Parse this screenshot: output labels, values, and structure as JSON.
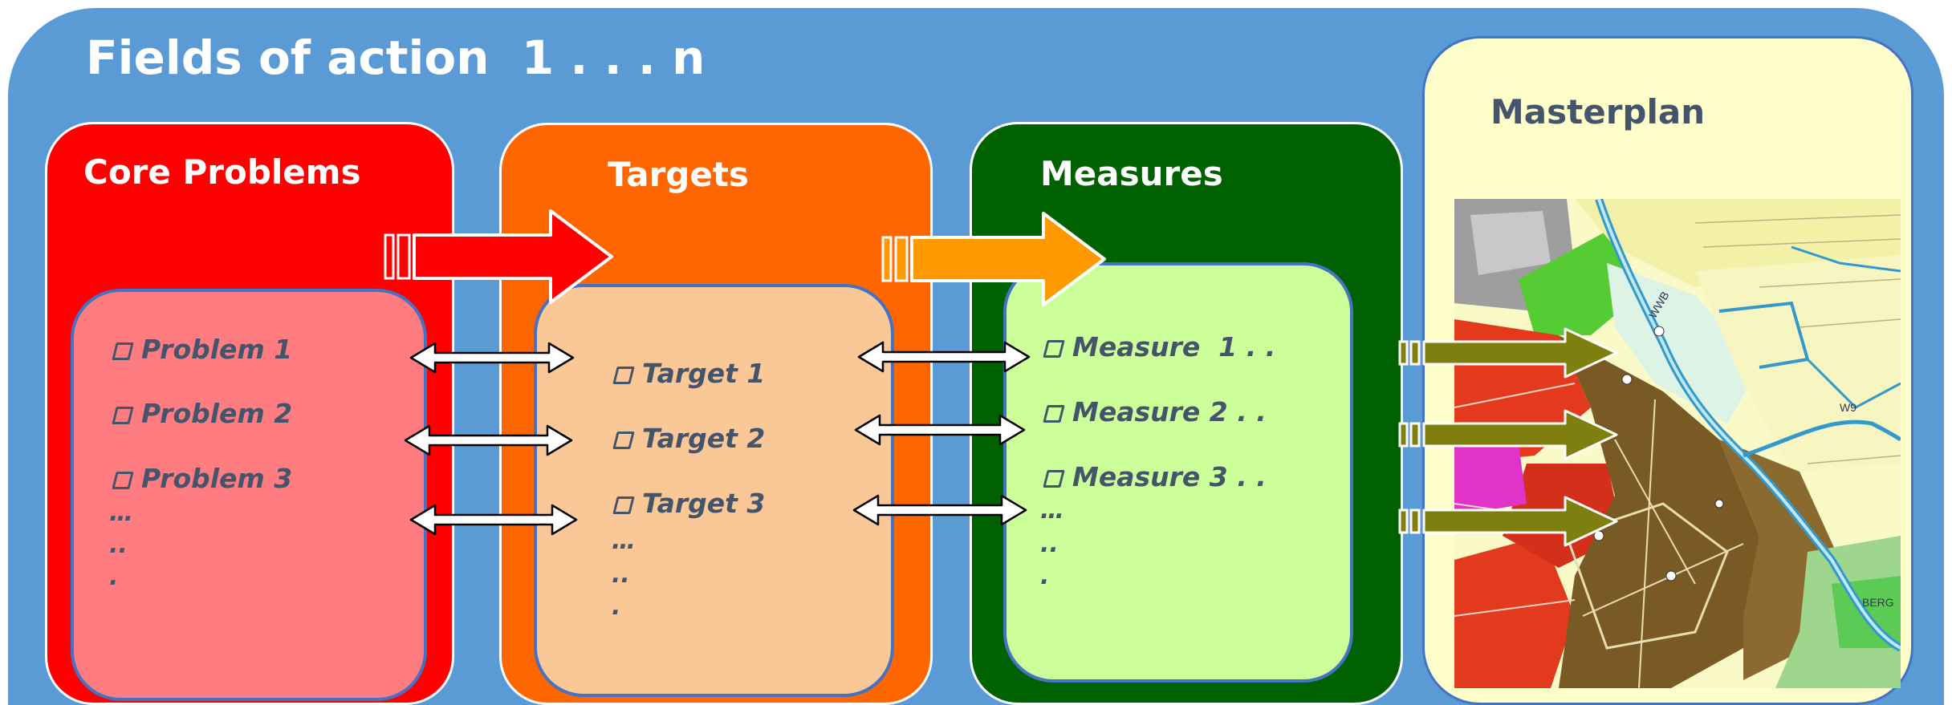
{
  "title": "Fields of action  1 . . . n",
  "columns": {
    "core_problems": {
      "title": "Core Problems",
      "items": [
        "Problem 1",
        "Problem 2",
        "Problem 3"
      ],
      "ellipsis": [
        "…",
        "..",
        "."
      ]
    },
    "targets": {
      "title": "Targets",
      "items": [
        "Target 1",
        "Target 2",
        "Target 3"
      ],
      "ellipsis": [
        "…",
        "..",
        "."
      ]
    },
    "measures": {
      "title": "Measures",
      "items": [
        "Measure  1 . .",
        "Measure 2 . .",
        "Measure 3 . ."
      ],
      "ellipsis": [
        "…",
        "..",
        "."
      ]
    },
    "masterplan": {
      "title": "Masterplan",
      "map_labels": [
        "WWB",
        "W9",
        "BERG"
      ]
    }
  },
  "colors": {
    "background": "#5B9BD5",
    "core_problems_panel": "#FF0000",
    "core_problems_inner": "#FF7C80",
    "targets_panel": "#FF6600",
    "targets_inner": "#FAC896",
    "measures_panel": "#006100",
    "measures_inner": "#CCFF99",
    "masterplan_panel": "#FFFFCC",
    "flow_arrow_1": "#FF0000",
    "flow_arrow_2": "#FF9900",
    "output_arrows": "#7F7F0F",
    "item_text": "#44546A"
  }
}
